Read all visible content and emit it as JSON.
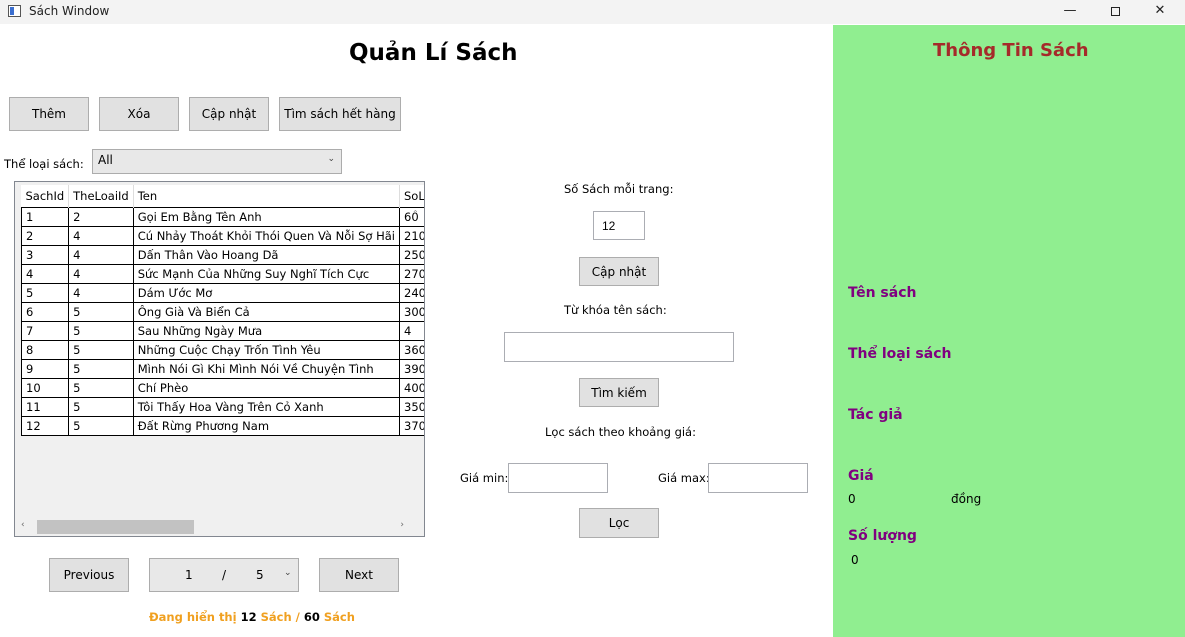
{
  "window": {
    "title": "Sách Window",
    "minimize_glyph": "—",
    "close_glyph": "✕"
  },
  "page_title": "Quản Lí Sách",
  "toolbar": {
    "add_label": "Thêm",
    "delete_label": "Xóa",
    "update_label": "Cập nhật",
    "out_of_stock_label": "Tìm sách hết hàng"
  },
  "category_filter": {
    "label": "Thể loại sách:",
    "selected": "All"
  },
  "grid": {
    "columns": [
      "SachId",
      "TheLoaiId",
      "Ten",
      "SoLu"
    ],
    "rows": [
      [
        "1",
        "2",
        "Gọi Em Bằng Tên Anh",
        "60"
      ],
      [
        "2",
        "4",
        "Cú Nhảy Thoát Khỏi Thói Quen Và Nỗi Sợ Hãi",
        "210"
      ],
      [
        "3",
        "4",
        "Dấn Thân Vào Hoang Dã",
        "250"
      ],
      [
        "4",
        "4",
        "Sức Mạnh Của Những Suy Nghĩ Tích Cực",
        "270"
      ],
      [
        "5",
        "4",
        "Dám Ước Mơ",
        "240"
      ],
      [
        "6",
        "5",
        "Ông Già Và Biển Cả",
        "300"
      ],
      [
        "7",
        "5",
        "Sau Những Ngày Mưa",
        "4"
      ],
      [
        "8",
        "5",
        "Những Cuộc Chạy Trốn Tình Yêu",
        "360"
      ],
      [
        "9",
        "5",
        "Mình Nói Gì Khi Mình Nói Về Chuyện Tình",
        "390"
      ],
      [
        "10",
        "5",
        "Chí Phèo",
        "400"
      ],
      [
        "11",
        "5",
        "Tôi Thấy Hoa Vàng Trên Cỏ Xanh",
        "350"
      ],
      [
        "12",
        "5",
        "Đất Rừng Phương Nam",
        "370"
      ]
    ]
  },
  "pagination": {
    "previous_label": "Previous",
    "next_label": "Next",
    "current_page": "1",
    "separator": "/",
    "total_pages": "5"
  },
  "status": {
    "prefix": "Đang hiển thị ",
    "shown": "12",
    "middle": " Sách / ",
    "total": "60",
    "suffix": " Sách"
  },
  "middle": {
    "per_page_label": "Số Sách mỗi trang:",
    "per_page_value": "12",
    "per_page_update_label": "Cập nhật",
    "keyword_label": "Từ khóa tên sách:",
    "keyword_value": "",
    "search_label": "Tìm kiếm",
    "price_filter_label": "Lọc sách theo khoảng giá:",
    "price_min_label": "Giá min:",
    "price_min_value": "",
    "price_max_label": "Giá max:",
    "price_max_value": "",
    "filter_label": "Lọc"
  },
  "info_panel": {
    "title": "Thông Tin Sách",
    "name_label": "Tên sách",
    "category_label": "Thể loại sách",
    "author_label": "Tác giả",
    "price_label": "Giá",
    "price_value": "0",
    "price_unit": "đồng",
    "quantity_label": "Số lượng",
    "quantity_value": "0"
  },
  "colors": {
    "info_panel_bg": "#90ee90",
    "info_title": "#a52a2a",
    "info_label": "#800080",
    "status_text": "#f0a020"
  }
}
